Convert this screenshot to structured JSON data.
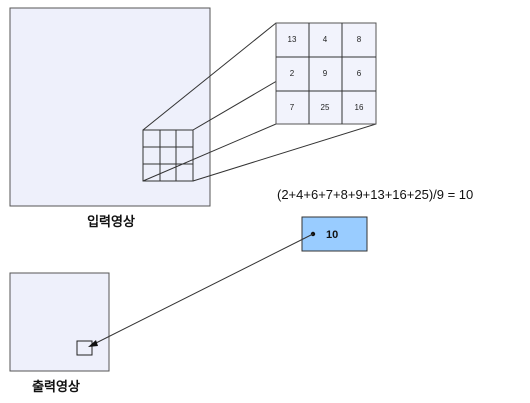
{
  "input_caption": "입력영상",
  "output_caption": "출력영상",
  "kernel": {
    "values": [
      [
        "13",
        "4",
        "8"
      ],
      [
        "2",
        "9",
        "6"
      ],
      [
        "7",
        "25",
        "16"
      ]
    ]
  },
  "formula": "(2+4+6+7+8+9+13+16+25)/9 = 10",
  "result_value": "10"
}
